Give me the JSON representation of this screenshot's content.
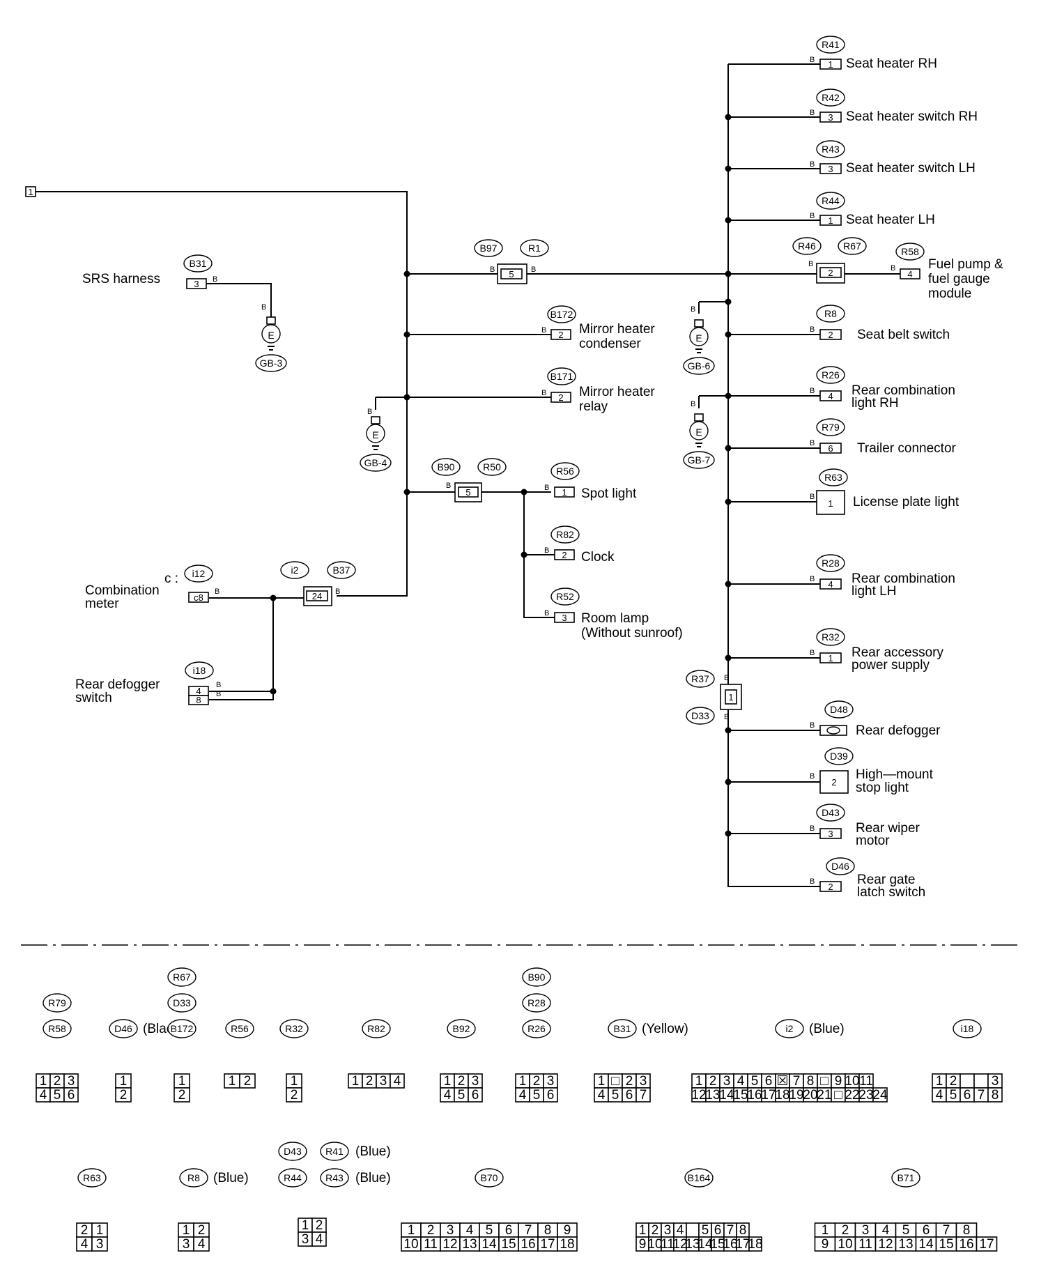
{
  "wire_color": "B",
  "ground_symbol": "E",
  "left_connector_pin": "1",
  "srs": {
    "label": "SRS harness",
    "connector": "B31",
    "pin": "3",
    "ground": "GB-3"
  },
  "ground_gb4": "GB-4",
  "ground_gb6": "GB-6",
  "ground_gb7": "GB-7",
  "inline_b97_r1": {
    "ids": [
      "B97",
      "R1"
    ],
    "pin": "5"
  },
  "inline_b90_r50": {
    "ids": [
      "B90",
      "R50"
    ],
    "pin": "5"
  },
  "inline_i2_b37": {
    "ids": [
      "i2",
      "B37"
    ],
    "pin": "24"
  },
  "inline_r46_r67": {
    "ids": [
      "R46",
      "R67"
    ],
    "pin": "2"
  },
  "inline_r37_d33": {
    "ids": [
      "R37",
      "D33"
    ],
    "pin": "1"
  },
  "combination_meter": {
    "prefix": "c :",
    "label": [
      "Combination",
      "meter"
    ],
    "connector": "i12",
    "pin": "c8"
  },
  "rear_defogger_switch": {
    "label": [
      "Rear defogger",
      "switch"
    ],
    "connector": "i18",
    "pins": [
      "4",
      "8"
    ]
  },
  "mid_components": [
    {
      "id": "B172",
      "pin": "2",
      "label": [
        "Mirror heater",
        "condenser"
      ]
    },
    {
      "id": "B171",
      "pin": "2",
      "label": [
        "Mirror heater",
        "relay"
      ]
    },
    {
      "id": "R56",
      "pin": "1",
      "label": [
        "Spot light"
      ]
    },
    {
      "id": "R82",
      "pin": "2",
      "label": [
        "Clock"
      ]
    },
    {
      "id": "R52",
      "pin": "3",
      "label": [
        "Room lamp",
        "(Without sunroof)"
      ]
    }
  ],
  "right_components": [
    {
      "id": "R41",
      "pin": "1",
      "label": [
        "Seat heater RH"
      ]
    },
    {
      "id": "R42",
      "pin": "3",
      "label": [
        "Seat heater switch RH"
      ]
    },
    {
      "id": "R43",
      "pin": "3",
      "label": [
        "Seat heater switch LH"
      ]
    },
    {
      "id": "R44",
      "pin": "1",
      "label": [
        "Seat heater LH"
      ]
    },
    {
      "id": "R58",
      "pin": "4",
      "label": [
        "Fuel pump &",
        "fuel gauge",
        "module"
      ]
    },
    {
      "id": "R8",
      "pin": "2",
      "label": [
        "Seat belt switch"
      ]
    },
    {
      "id": "R26",
      "pin": "4",
      "label": [
        "Rear combination",
        "light RH"
      ]
    },
    {
      "id": "R79",
      "pin": "6",
      "label": [
        "Trailer connector"
      ]
    },
    {
      "id": "R63",
      "pin": "1",
      "label": [
        "License plate light"
      ]
    },
    {
      "id": "R28",
      "pin": "4",
      "label": [
        "Rear combination",
        "light LH"
      ]
    },
    {
      "id": "R32",
      "pin": "1",
      "label": [
        "Rear accessory",
        "power supply"
      ]
    },
    {
      "id": "D48",
      "pin": "",
      "label": [
        "Rear defogger"
      ]
    },
    {
      "id": "D39",
      "pin": "2",
      "label": [
        "High—mount",
        "stop light"
      ]
    },
    {
      "id": "D43",
      "pin": "3",
      "label": [
        "Rear wiper",
        "motor"
      ]
    },
    {
      "id": "D46",
      "pin": "2",
      "label": [
        "Rear gate",
        "latch switch"
      ]
    }
  ],
  "legend_row1": [
    {
      "ids": [
        "R79",
        "R58"
      ],
      "notes": [],
      "rows": [
        [
          "1",
          "2",
          "3"
        ],
        [
          "4",
          "5",
          "6"
        ]
      ]
    },
    {
      "ids": [
        "D46"
      ],
      "notes": [
        "(Black)"
      ],
      "rows": [
        [
          "1"
        ],
        [
          "2"
        ]
      ]
    },
    {
      "ids": [
        "R67",
        "D33",
        "B172"
      ],
      "notes": [],
      "rows": [
        [
          "1"
        ],
        [
          "2"
        ]
      ]
    },
    {
      "ids": [
        "R56"
      ],
      "notes": [],
      "rows": [
        [
          "1",
          "2"
        ]
      ]
    },
    {
      "ids": [
        "R32"
      ],
      "notes": [],
      "rows": [
        [
          "1"
        ],
        [
          "2"
        ]
      ]
    },
    {
      "ids": [
        "R82"
      ],
      "notes": [],
      "rows": [
        [
          "1",
          "2",
          "3",
          "4"
        ]
      ]
    },
    {
      "ids": [
        "B92"
      ],
      "notes": [],
      "rows": [
        [
          "1",
          "2",
          "3"
        ],
        [
          "4",
          "5",
          "6"
        ]
      ]
    },
    {
      "ids": [
        "B90",
        "R28",
        "R26"
      ],
      "notes": [],
      "rows": [
        [
          "1",
          "2",
          "3"
        ],
        [
          "4",
          "5",
          "6"
        ]
      ]
    },
    {
      "ids": [
        "B31"
      ],
      "notes": [
        "(Yellow)"
      ],
      "rows": [
        [
          "1",
          "□",
          "2",
          "3"
        ],
        [
          "4",
          "5",
          "6",
          "7"
        ]
      ]
    },
    {
      "ids": [
        "i2"
      ],
      "notes": [
        "(Blue)"
      ],
      "rows": [
        [
          "1",
          "2",
          "3",
          "4",
          "5",
          "6",
          "☒",
          "7",
          "8",
          "□",
          "9",
          "10",
          "11"
        ],
        [
          "12",
          "13",
          "14",
          "15",
          "16",
          "17",
          "18",
          "19",
          "20",
          "21",
          "□",
          "22",
          "23",
          "24"
        ]
      ]
    },
    {
      "ids": [
        "i18"
      ],
      "notes": [],
      "rows": [
        [
          "1",
          "2",
          "",
          "",
          "3"
        ],
        [
          "4",
          "5",
          "6",
          "7",
          "8"
        ]
      ]
    }
  ],
  "legend_row2": [
    {
      "ids": [
        "R63"
      ],
      "notes": [],
      "rows": [
        [
          "2",
          "1"
        ],
        [
          "4",
          "3"
        ]
      ]
    },
    {
      "ids": [
        "R8"
      ],
      "notes": [
        "(Blue)"
      ],
      "rows": [
        [
          "1",
          "2"
        ],
        [
          "3",
          "4"
        ]
      ]
    },
    {
      "ids": [
        "D43",
        "R44",
        "R41",
        "R43"
      ],
      "notes": [
        "(Blue)",
        "(Blue)"
      ],
      "rows": [
        [
          "1",
          "2"
        ],
        [
          "3",
          "4"
        ]
      ]
    },
    {
      "ids": [
        "B70"
      ],
      "notes": [],
      "rows": [
        [
          "1",
          "2",
          "3",
          "4",
          "5",
          "6",
          "7",
          "8",
          "9"
        ],
        [
          "10",
          "11",
          "12",
          "13",
          "14",
          "15",
          "16",
          "17",
          "18"
        ]
      ]
    },
    {
      "ids": [
        "B164"
      ],
      "notes": [],
      "rows": [
        [
          "1",
          "2",
          "3",
          "4",
          "",
          "5",
          "6",
          "7",
          "8"
        ],
        [
          "9",
          "10",
          "11",
          "12",
          "13",
          "14",
          "15",
          "16",
          "17",
          "18"
        ]
      ]
    },
    {
      "ids": [
        "B71"
      ],
      "notes": [],
      "rows": [
        [
          "1",
          "2",
          "3",
          "4",
          "5",
          "6",
          "7",
          "8"
        ],
        [
          "9",
          "10",
          "11",
          "12",
          "13",
          "14",
          "15",
          "16",
          "17"
        ]
      ]
    }
  ]
}
